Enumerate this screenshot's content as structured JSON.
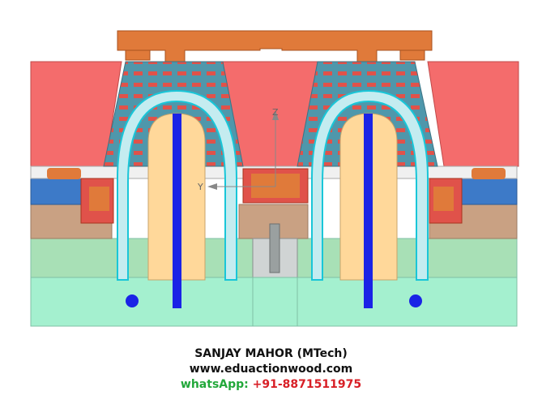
{
  "diagram": {
    "axis_labels": {
      "z": "Z",
      "y": "Y"
    },
    "colors": {
      "plate_red": "#f46c6c",
      "plate_blue": "#3d7ac8",
      "plate_brown": "#c9a183",
      "plate_green": "#a8e0b6",
      "plate_mint": "#a4f0cf",
      "runner_orange": "#e07a3a",
      "insert_teal": "#4f97ab",
      "shell_cyan": "#c4ecf0",
      "core_tan": "#ffd89a",
      "cooling_blue": "#1a23e6",
      "gate_red": "#e0524a"
    }
  },
  "credits": {
    "name": "SANJAY MAHOR (MTech)",
    "website": "www.eduactionwood.com",
    "whatsapp_label": "whatsApp:",
    "whatsapp_number": "+91-8871511975"
  }
}
